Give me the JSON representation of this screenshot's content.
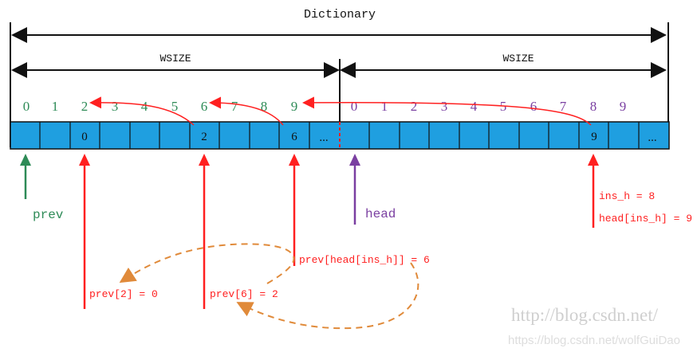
{
  "title": "Dictionary",
  "left_window_label": "WSIZE",
  "right_window_label": "WSIZE",
  "left_indices": [
    "0",
    "1",
    "2",
    "3",
    "4",
    "5",
    "6",
    "7",
    "8",
    "9"
  ],
  "right_indices": [
    "0",
    "1",
    "2",
    "3",
    "4",
    "5",
    "6",
    "7",
    "8",
    "9"
  ],
  "cell_values": {
    "left_cell_3": "0",
    "left_cell_7": "2",
    "left_cell_10": "6",
    "left_dots": "...",
    "right_cell_9": "9",
    "right_dots": "..."
  },
  "pointer_labels": {
    "prev": "prev",
    "head": "head",
    "prev2": "prev[2] = 0",
    "prev6": "prev[6] = 2",
    "prev_head": "prev[head[ins_h]] = 6",
    "ins_h": "ins_h = 8",
    "head_ins_h": "head[ins_h] = 9"
  },
  "watermarks": {
    "large": "http://blog.csdn.net/",
    "small": "https://blog.csdn.net/wolfGuiDao"
  },
  "colors": {
    "cell_fill": "#1f9fe0",
    "green": "#2e8b57",
    "purple": "#7a3fa1",
    "red": "#ff2020",
    "orange": "#e08a3a",
    "black": "#111111"
  }
}
